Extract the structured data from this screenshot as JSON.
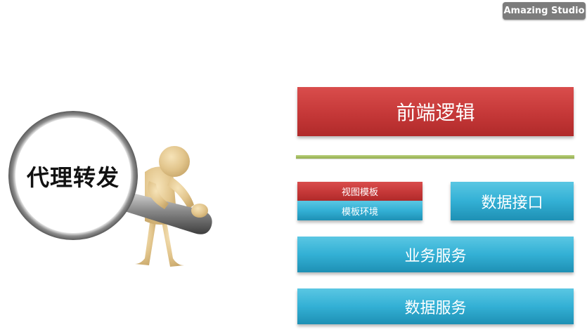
{
  "badge": {
    "label": "Amazing Studio"
  },
  "magnifier": {
    "label": "代理转发"
  },
  "blocks": {
    "frontend_logic": "前端逻辑",
    "view_template": "视图模板",
    "template_env": "模板环境",
    "data_interface": "数据接口",
    "business_service": "业务服务",
    "data_service": "数据服务"
  },
  "colors": {
    "red": "#c53838",
    "blue": "#33b0d5",
    "divider_green": "#a6bf62",
    "badge_gray": "#7c7c7c"
  },
  "icons": [
    "magnifier-figure-icon"
  ]
}
